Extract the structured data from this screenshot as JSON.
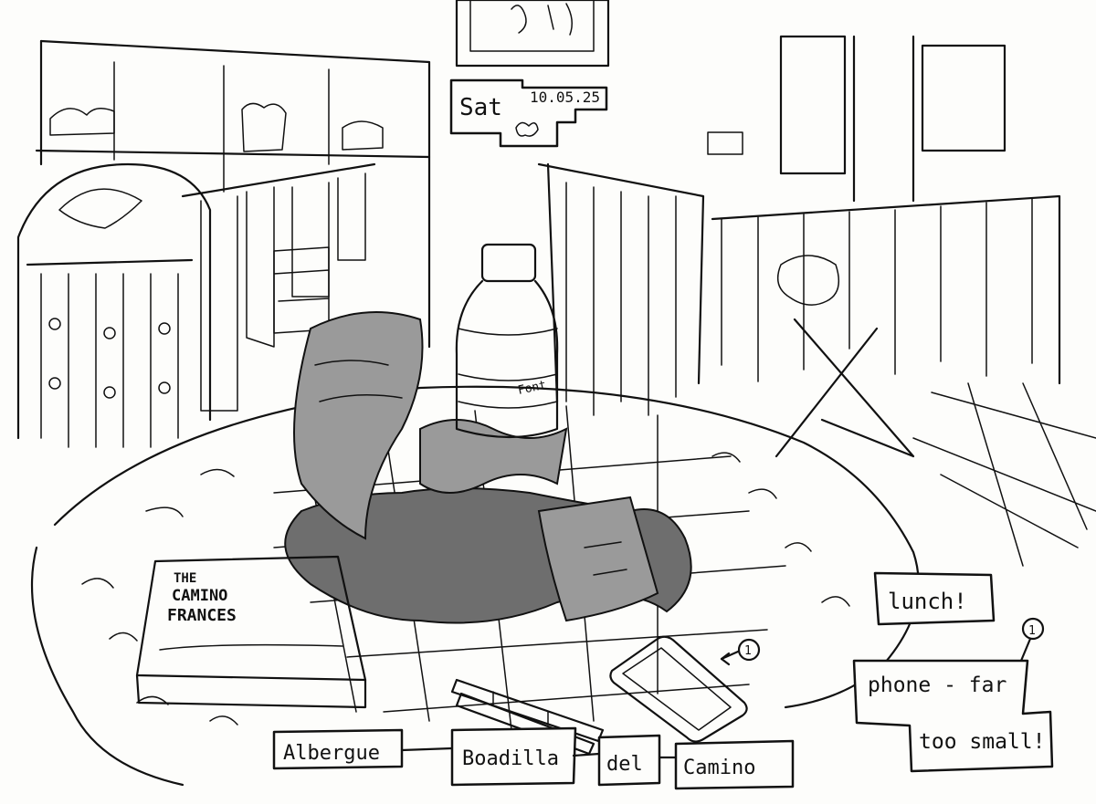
{
  "date_banner": {
    "day": "Sat",
    "date": "10.05.25"
  },
  "notes": {
    "lunch": "lunch!",
    "phone_line1": "phone - far",
    "phone_line2": "too small!",
    "callout_marker": "1"
  },
  "book": {
    "title_line1": "THE",
    "title_line2": "CAMINO",
    "title_line3": "FRANCES"
  },
  "bottle": {
    "brand": "Font"
  },
  "location_banner": {
    "word1": "Albergue",
    "word2": "Boadilla",
    "word3": "del",
    "word4": "Camino"
  },
  "colors": {
    "ink": "#111111",
    "paper": "#fdfdfb",
    "wash": "#9a9a9a"
  }
}
